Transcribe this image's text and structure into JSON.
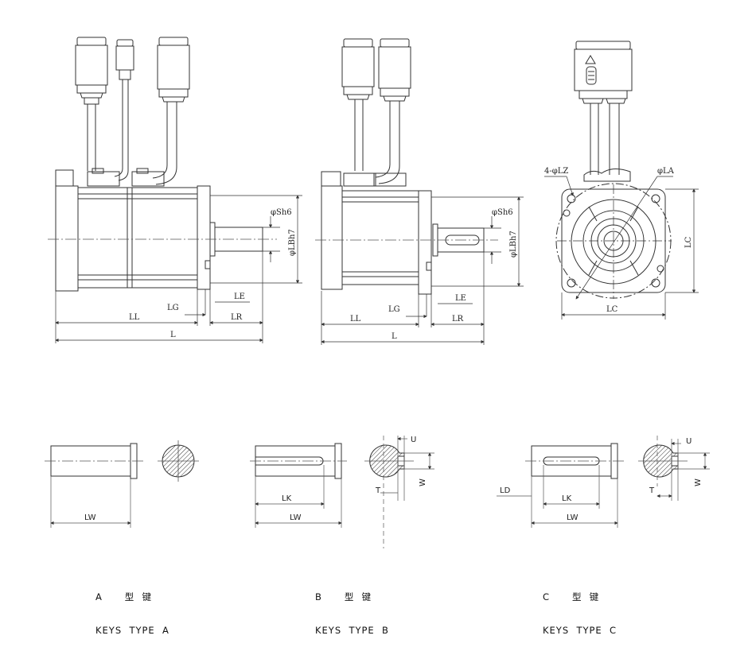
{
  "motor_side": {
    "dims": {
      "sh": "φSh6",
      "lb": "φLBh7",
      "le": "LE",
      "lg": "LG",
      "ll": "LL",
      "lr": "LR",
      "l": "L"
    }
  },
  "motor_front": {
    "dims": {
      "lz": "4-φLZ",
      "la": "φLA",
      "lc_v": "LC",
      "lc_h": "LC"
    }
  },
  "keys": {
    "a": {
      "lw": "LW",
      "caption_line1": "A      型  键",
      "caption_line2": "KEYS  TYPE  A"
    },
    "b": {
      "lk": "LK",
      "lw": "LW",
      "u": "U",
      "w": "W",
      "t": "T",
      "caption_line1": "B      型  键",
      "caption_line2": "KEYS  TYPE  B"
    },
    "c": {
      "ld": "LD",
      "lk": "LK",
      "lw": "LW",
      "u": "U",
      "w": "W",
      "t": "T",
      "caption_line1": "C      型  键",
      "caption_line2": "KEYS  TYPE  C"
    }
  }
}
